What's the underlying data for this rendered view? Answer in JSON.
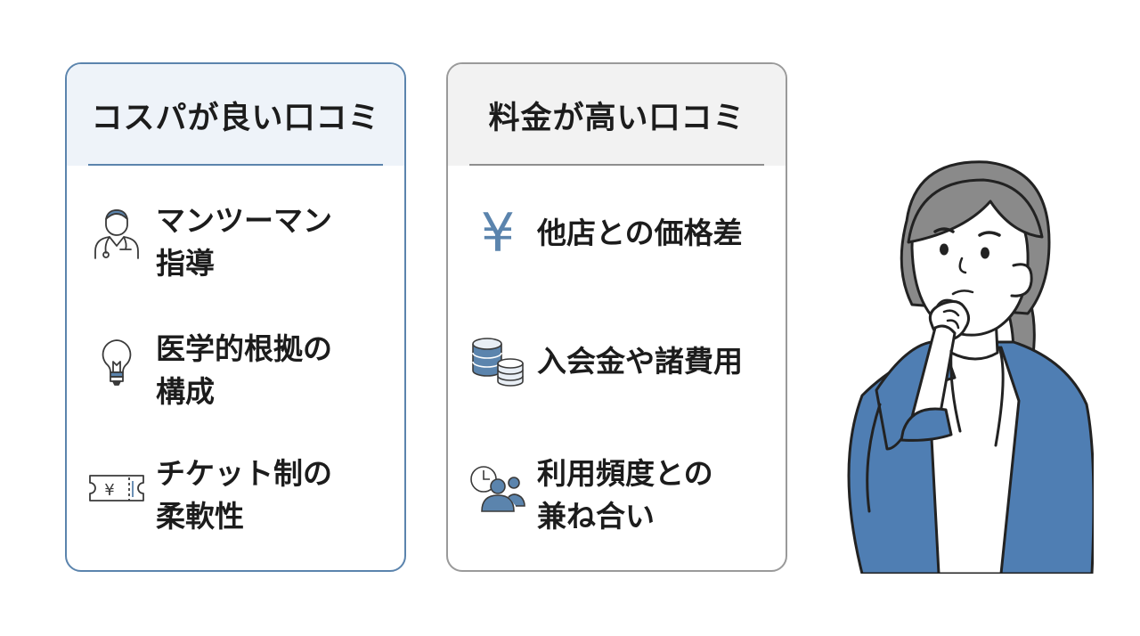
{
  "left_card": {
    "title": "コスパが良い口コミ",
    "items": [
      {
        "icon": "doctor-icon",
        "text": "マンツーマン\n指導"
      },
      {
        "icon": "lightbulb-icon",
        "text": "医学的根拠の\n構成"
      },
      {
        "icon": "ticket-icon",
        "text": "チケット制の\n柔軟性",
        "icon_text": "¥"
      }
    ]
  },
  "right_card": {
    "title": "料金が高い口コミ",
    "items": [
      {
        "icon": "yen-icon",
        "icon_text": "¥",
        "text": "他店との価格差"
      },
      {
        "icon": "coin-stack-icon",
        "text": "入会金や諸費用"
      },
      {
        "icon": "clock-people-icon",
        "text": "利用頻度との\n兼ね合い"
      }
    ]
  },
  "colors": {
    "accent_blue": "#5b84ad",
    "border_gray": "#9a9a9a",
    "hair_gray": "#8a8a8a",
    "jacket_blue": "#4f7eb3"
  }
}
